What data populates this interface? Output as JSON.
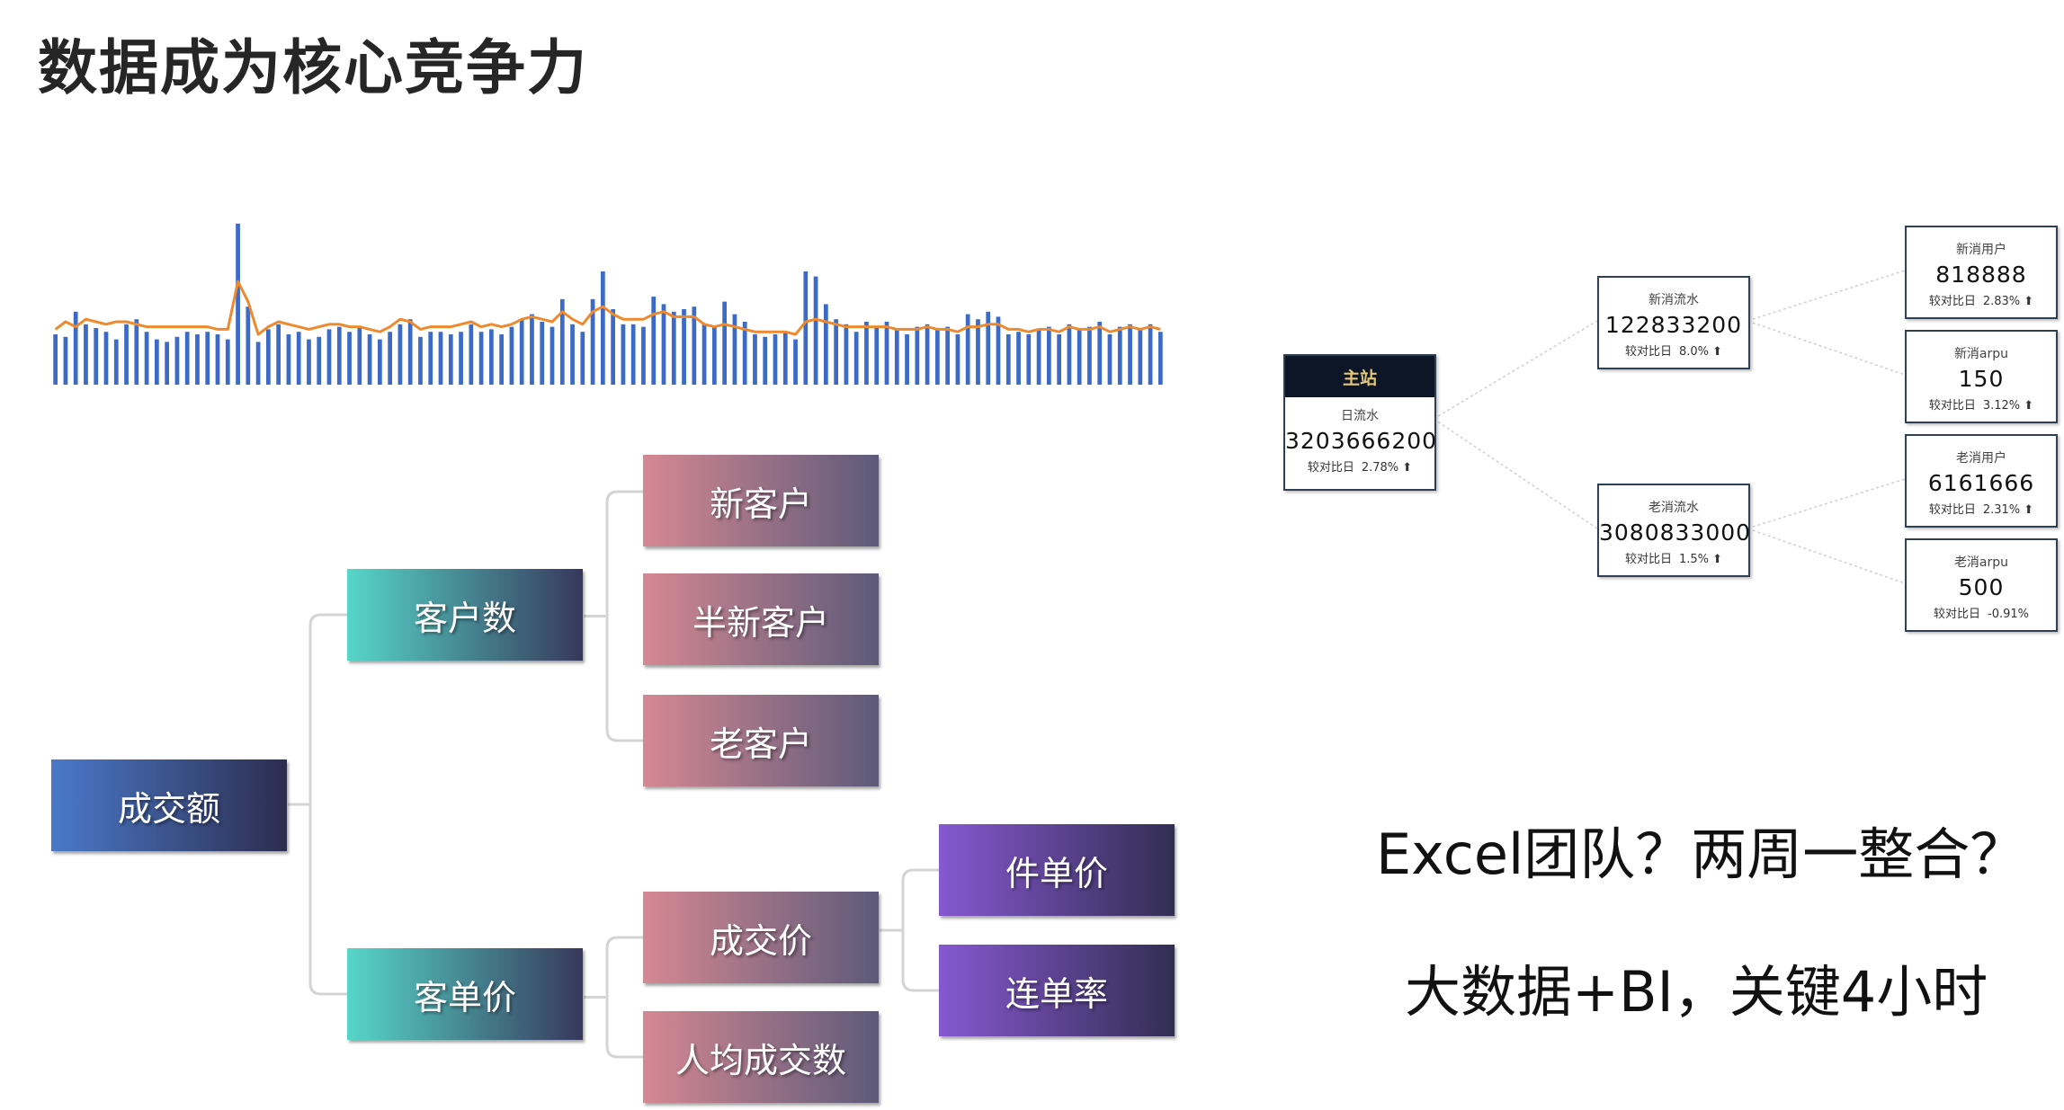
{
  "title": "数据成为核心竞争力",
  "chart_data": {
    "type": "bar",
    "bars": [
      40,
      38,
      58,
      48,
      45,
      42,
      36,
      48,
      52,
      42,
      36,
      34,
      38,
      42,
      40,
      42,
      40,
      36,
      128,
      62,
      34,
      44,
      48,
      40,
      42,
      36,
      38,
      44,
      46,
      42,
      46,
      40,
      36,
      42,
      48,
      52,
      38,
      42,
      42,
      40,
      42,
      48,
      42,
      44,
      40,
      46,
      52,
      56,
      50,
      46,
      68,
      48,
      42,
      68,
      90,
      60,
      48,
      48,
      46,
      70,
      64,
      58,
      60,
      62,
      48,
      46,
      66,
      56,
      50,
      40,
      38,
      40,
      42,
      36,
      90,
      86,
      64,
      52,
      48,
      42,
      50,
      46,
      50,
      44,
      40,
      46,
      48,
      44,
      46,
      40,
      56,
      52,
      58,
      54,
      40,
      42,
      40,
      44,
      46,
      40,
      48,
      44,
      46,
      50,
      40,
      46,
      48,
      44,
      48,
      42
    ],
    "line": [
      44,
      50,
      46,
      52,
      50,
      48,
      50,
      50,
      48,
      46,
      46,
      46,
      46,
      46,
      46,
      46,
      44,
      44,
      82,
      66,
      40,
      46,
      50,
      48,
      46,
      44,
      46,
      48,
      48,
      46,
      46,
      44,
      42,
      46,
      52,
      50,
      44,
      46,
      46,
      46,
      48,
      50,
      46,
      48,
      46,
      48,
      52,
      54,
      52,
      50,
      58,
      52,
      48,
      58,
      62,
      56,
      52,
      52,
      52,
      56,
      58,
      54,
      54,
      54,
      48,
      46,
      48,
      46,
      44,
      42,
      42,
      42,
      42,
      40,
      50,
      52,
      50,
      48,
      46,
      46,
      46,
      46,
      46,
      44,
      44,
      44,
      46,
      44,
      44,
      42,
      46,
      46,
      48,
      48,
      44,
      44,
      42,
      44,
      44,
      42,
      46,
      44,
      44,
      46,
      42,
      44,
      46,
      44,
      46,
      44
    ]
  },
  "tree": {
    "root": "成交额",
    "customers": "客户数",
    "price": "客单价",
    "new_customers": "新客户",
    "semi_new_customers": "半新客户",
    "old_customers": "老客户",
    "deal_price": "成交价",
    "per_capita_deals": "人均成交数",
    "unit_price": "件单价",
    "bundle_rate": "连单率"
  },
  "metrics": {
    "main": {
      "header": "主站",
      "label": "日流水",
      "value": "3203666200",
      "compare": "较对比日",
      "change": "2.78% ⬆"
    },
    "new_flow": {
      "label": "新消流水",
      "value": "122833200",
      "compare": "较对比日",
      "change": "8.0% ⬆"
    },
    "old_flow": {
      "label": "老消流水",
      "value": "3080833000",
      "compare": "较对比日",
      "change": "1.5% ⬆"
    },
    "new_users": {
      "label": "新消用户",
      "value": "818888",
      "compare": "较对比日",
      "change": "2.83% ⬆"
    },
    "new_arpu": {
      "label": "新消arpu",
      "value": "150",
      "compare": "较对比日",
      "change": "3.12% ⬆"
    },
    "old_users": {
      "label": "老消用户",
      "value": "6161666",
      "compare": "较对比日",
      "change": "2.31% ⬆"
    },
    "old_arpu": {
      "label": "老消arpu",
      "value": "500",
      "compare": "较对比日",
      "change": "-0.91%"
    }
  },
  "slogan": {
    "line1": "Excel团队？两周一整合？",
    "line2": "大数据+BI，关键4小时"
  },
  "colors": {
    "bar": "#3b6bc6",
    "line": "#ee8a2e",
    "card_border": "#2f3f54",
    "card_header": "#0c1627"
  }
}
